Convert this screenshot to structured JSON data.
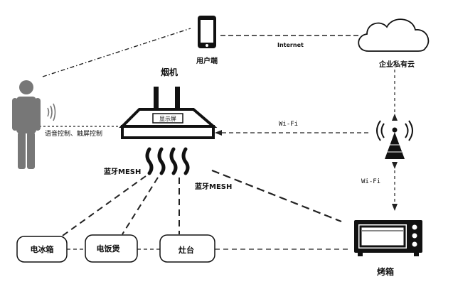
{
  "nodes": {
    "user_terminal": "用户端",
    "private_cloud": "企业私有云",
    "range_hood": "烟机",
    "display_screen": "显示屏",
    "voice_touch": "语音控制、触屏控制",
    "fridge": "电冰箱",
    "rice_cooker": "电饭煲",
    "stove": "灶台",
    "oven": "烤箱"
  },
  "links": {
    "internet": "Internet",
    "wifi_hood": "Wi-Fi",
    "wifi_oven": "Wi-Fi",
    "mesh_left": "蓝牙MESH",
    "mesh_right": "蓝牙MESH"
  },
  "icons": {
    "phone": "smartphone-icon",
    "cloud": "cloud-icon",
    "person": "person-icon",
    "sound": "sound-waves-icon",
    "hood": "range-hood-icon",
    "steam": "steam-icon",
    "tower": "wifi-tower-icon",
    "oven": "oven-icon"
  }
}
